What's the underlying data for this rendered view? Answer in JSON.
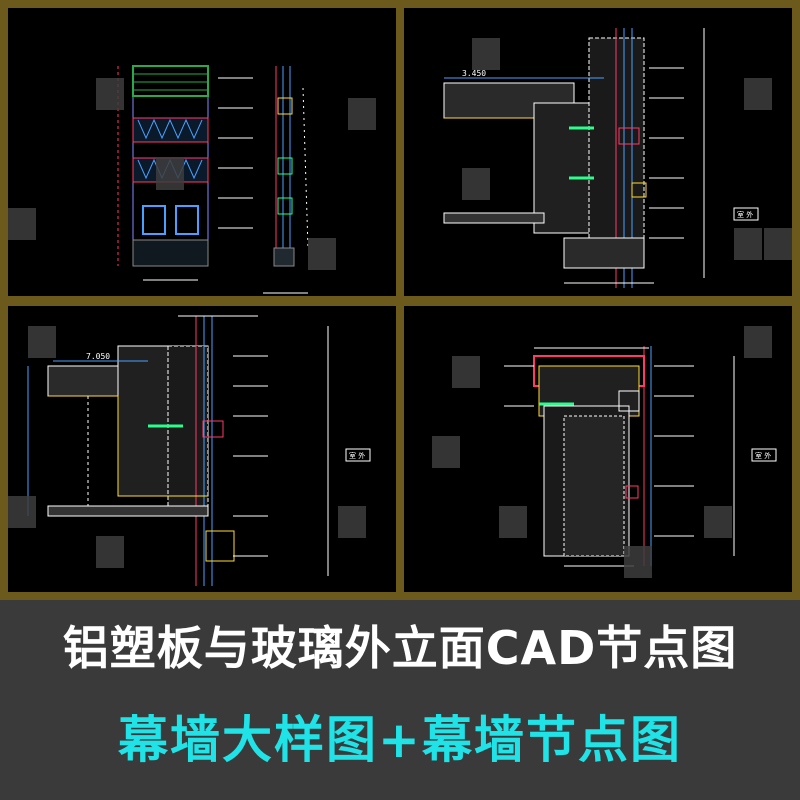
{
  "title": "铝塑板与玻璃外立面CAD节点图",
  "subtitle": "幕墙大样图+幕墙节点图",
  "colors": {
    "frame": "#6b5a1c",
    "banner": "#3a3a3a",
    "title": "#ffffff",
    "subtitle": "#1fe3e6",
    "cad_bg": "#000000"
  },
  "panels": [
    {
      "name": "elevation-and-section-drawing",
      "levels": []
    },
    {
      "name": "floor-node-detail",
      "levels": [
        "3.450"
      ],
      "side_label": "室 外"
    },
    {
      "name": "floor-node-detail-2",
      "levels": [
        "7.050"
      ],
      "side_label": "室 外"
    },
    {
      "name": "parapet-node-detail",
      "levels": [],
      "side_label": "室 外"
    }
  ]
}
